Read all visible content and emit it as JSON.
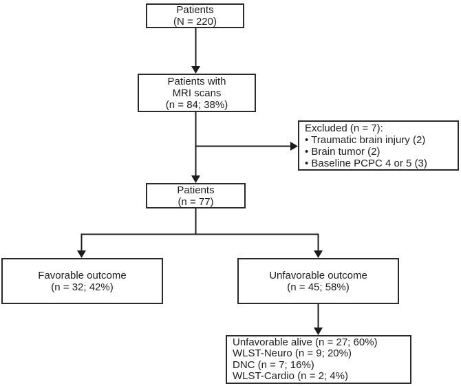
{
  "colors": {
    "line": "#1c1c1c",
    "box_border": "#2a2a2a",
    "text": "#1c1c1c",
    "background": "#ffffff"
  },
  "flowchart": {
    "type": "patient-flow-diagram",
    "nodes": {
      "patients_total": {
        "lines": [
          "Patients",
          "(N = 220)"
        ]
      },
      "mri_scans": {
        "lines": [
          "Patients with",
          "MRI scans",
          "(n = 84; 38%)"
        ]
      },
      "excluded": {
        "lines": [
          "Excluded (n = 7):",
          "• Traumatic brain injury (2)",
          "• Brain tumor (2)",
          "• Baseline PCPC 4 or 5 (3)"
        ]
      },
      "patients_included": {
        "lines": [
          "Patients",
          "(n = 77)"
        ]
      },
      "favorable": {
        "lines": [
          "Favorable outcome",
          "(n = 32; 42%)"
        ]
      },
      "unfavorable": {
        "lines": [
          "Unfavorable outcome",
          "(n = 45; 58%)"
        ]
      },
      "unfavorable_detail": {
        "lines": [
          "Unfavorable alive (n = 27; 60%)",
          "WLST-Neuro (n = 9; 20%)",
          "DNC (n = 7; 16%)",
          "WLST-Cardio (n = 2; 4%)"
        ]
      }
    }
  }
}
